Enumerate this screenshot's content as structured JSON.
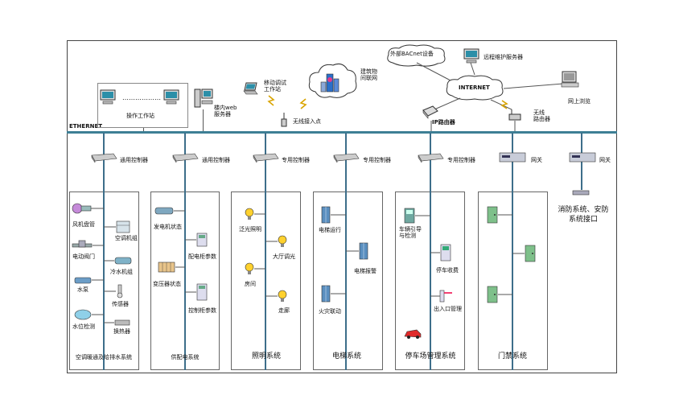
{
  "network": {
    "ethernet": "ETHERNET",
    "workstations": "操作工作站",
    "dots": "………………",
    "web_server": "楼内web\n服务器",
    "mobile_station": "移动调试\n工作站",
    "wireless_ap": "无线接入点",
    "building_iot": "建筑物\n间联网",
    "external_bacnet": "外部BACnet设备",
    "remote_server": "远程维护服务器",
    "internet": "INTERNET",
    "web_browse": "网上浏览",
    "ip_router": "IP路由器",
    "wireless_router": "无线\n路由器"
  },
  "controllers": [
    {
      "label": "通用控制器"
    },
    {
      "label": "通用控制器"
    },
    {
      "label": "专用控制器"
    },
    {
      "label": "专用控制器"
    },
    {
      "label": "专用控制器"
    },
    {
      "label": "网关"
    },
    {
      "label": "网关"
    }
  ],
  "panels": {
    "hvac": {
      "title": "空调暖通及给排水系统",
      "items": [
        "风机盘管",
        "空调机组",
        "电动阀门",
        "冷水机组",
        "水泵",
        "传感器",
        "水位检测",
        "换热器"
      ]
    },
    "power": {
      "title": "供配电系统",
      "items": [
        "发电机状态",
        "配电柜参数",
        "变压器状态",
        "控制柜参数"
      ]
    },
    "lighting": {
      "title": "照明系统",
      "items": [
        "泛光照明",
        "大厅调光",
        "房间",
        "走廊"
      ]
    },
    "elevator": {
      "title": "电梯系统",
      "items": [
        "电梯运行",
        "电梯报警",
        "火灾联动"
      ]
    },
    "parking": {
      "title": "停车场管理系统",
      "items": [
        "车辆引导\n与检测",
        "停车收费",
        "出入口管理"
      ]
    },
    "access": {
      "title": "门禁系统",
      "items": []
    },
    "fire": {
      "title": "消防系统、安防\n系统接口"
    }
  },
  "colors": {
    "bus": "#3d7f95",
    "drop": "#3d6e8a",
    "monitor": "#2c8fa8"
  }
}
